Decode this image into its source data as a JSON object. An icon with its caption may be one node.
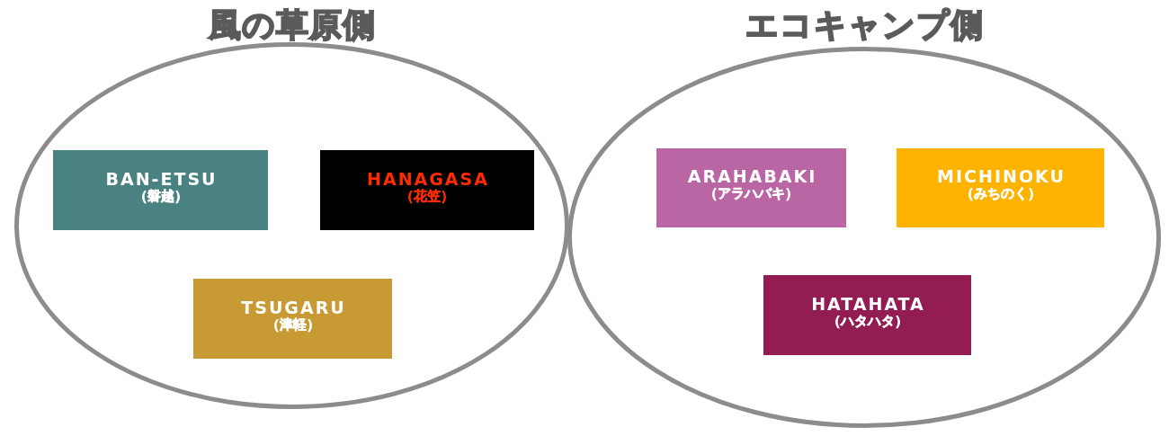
{
  "diagram": {
    "nodes": [
      {
        "text": [
          "風の草原側"
        ]
      },
      {
        "text": [
          "BAN-ETSU",
          "（磐越）"
        ],
        "in": 0
      },
      {
        "text": [
          "HANAGASA",
          "（花笠）"
        ],
        "in": 0
      },
      {
        "text": [
          "TSUGARU",
          "（津軽）"
        ],
        "in": 0
      },
      {
        "text": [
          "エコキャンプ側"
        ]
      },
      {
        "text": [
          "ARAHABAKI",
          "（アラハバキ）"
        ],
        "in": 4
      },
      {
        "text": [
          "MICHINOKU",
          "（みちのく）"
        ],
        "in": 4
      },
      {
        "text": [
          "HATAHATA",
          "（ハタハタ）"
        ],
        "in": 4
      }
    ]
  }
}
